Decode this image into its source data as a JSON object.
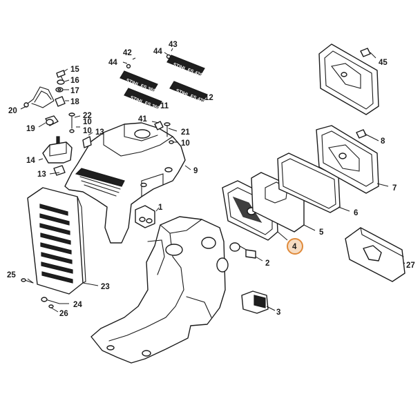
{
  "highlight": {
    "label": "4",
    "ring_fill": "#f6dcc2",
    "ring_stroke": "#e08a3a"
  },
  "plates": [
    {
      "brand": "STIHL",
      "model": "FS 360"
    },
    {
      "brand": "STIHL",
      "model": "FS 420"
    },
    {
      "brand": "STIHL",
      "model": "FS 360"
    },
    {
      "brand": "STIHL",
      "model": "FS 420"
    }
  ],
  "callouts": [
    {
      "label": "1"
    },
    {
      "label": "2"
    },
    {
      "label": "3"
    },
    {
      "label": "4"
    },
    {
      "label": "5"
    },
    {
      "label": "6"
    },
    {
      "label": "7"
    },
    {
      "label": "8"
    },
    {
      "label": "9"
    },
    {
      "label": "10"
    },
    {
      "label": "10"
    },
    {
      "label": "10"
    },
    {
      "label": "11"
    },
    {
      "label": "12"
    },
    {
      "label": "13"
    },
    {
      "label": "13"
    },
    {
      "label": "14"
    },
    {
      "label": "15"
    },
    {
      "label": "16"
    },
    {
      "label": "17"
    },
    {
      "label": "18"
    },
    {
      "label": "19"
    },
    {
      "label": "20"
    },
    {
      "label": "21"
    },
    {
      "label": "22"
    },
    {
      "label": "23"
    },
    {
      "label": "24"
    },
    {
      "label": "25"
    },
    {
      "label": "26"
    },
    {
      "label": "27"
    },
    {
      "label": "41"
    },
    {
      "label": "42"
    },
    {
      "label": "43"
    },
    {
      "label": "44"
    },
    {
      "label": "44"
    },
    {
      "label": "45"
    }
  ]
}
